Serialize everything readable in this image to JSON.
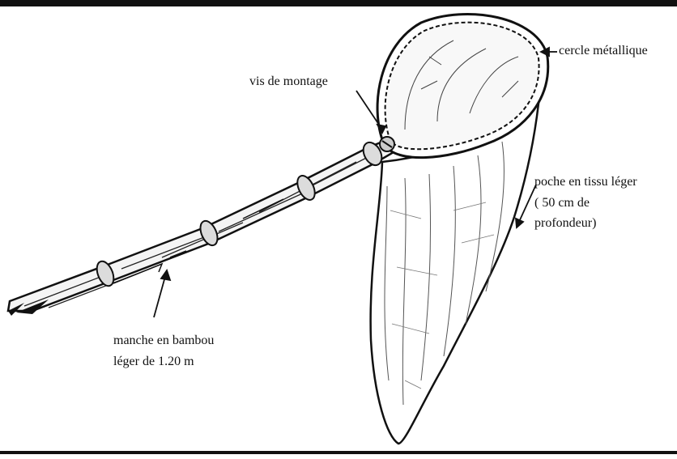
{
  "labels": {
    "screw": "vis de montage",
    "ring": "cercle métallique",
    "bag_line1": "poche en tissu léger",
    "bag_line2": "( 50 cm de",
    "bag_line3": "profondeur)",
    "handle_line1": "manche en bambou",
    "handle_line2": "léger de 1.20 m"
  },
  "colors": {
    "ink": "#111111",
    "background": "#ffffff"
  }
}
